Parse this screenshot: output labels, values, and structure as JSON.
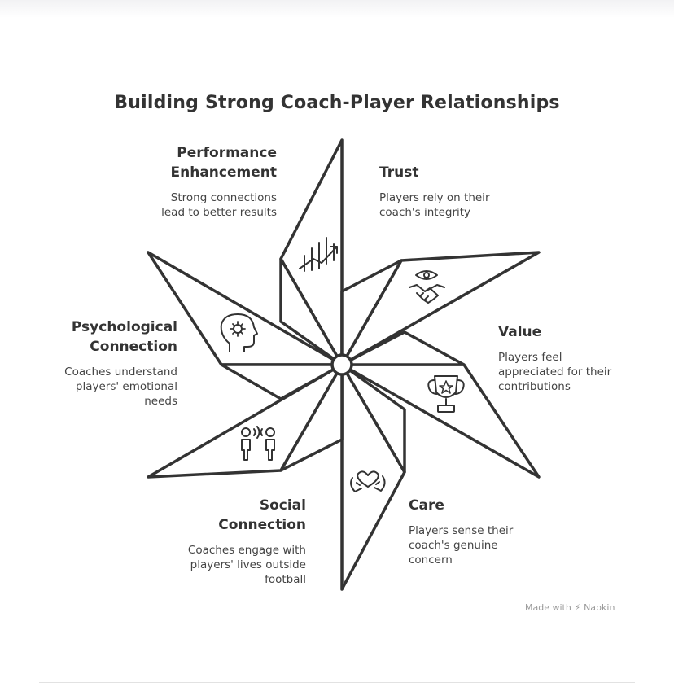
{
  "title": "Building Strong Coach-Player Relationships",
  "segments": [
    {
      "id": "performance",
      "title": "Performance Enhancement",
      "description": "Strong connections lead to better results",
      "icon": "chart-trend-icon"
    },
    {
      "id": "trust",
      "title": "Trust",
      "description": "Players rely on their coach's integrity",
      "icon": "handshake-eye-icon"
    },
    {
      "id": "value",
      "title": "Value",
      "description": "Players feel appreciated for their contributions",
      "icon": "trophy-icon"
    },
    {
      "id": "care",
      "title": "Care",
      "description": "Players sense their coach's genuine concern",
      "icon": "heart-hands-icon"
    },
    {
      "id": "social",
      "title": "Social Connection",
      "description": "Coaches engage with players' lives outside football",
      "icon": "two-people-talking-icon"
    },
    {
      "id": "psychological",
      "title": "Psychological Connection",
      "description": "Coaches understand players' emotional needs",
      "icon": "head-gear-icon"
    }
  ],
  "footer": {
    "made_with": "Made with",
    "brand": "Napkin"
  },
  "colors": {
    "stroke": "#333333",
    "fill": "#ffffff",
    "text": "#333333"
  }
}
